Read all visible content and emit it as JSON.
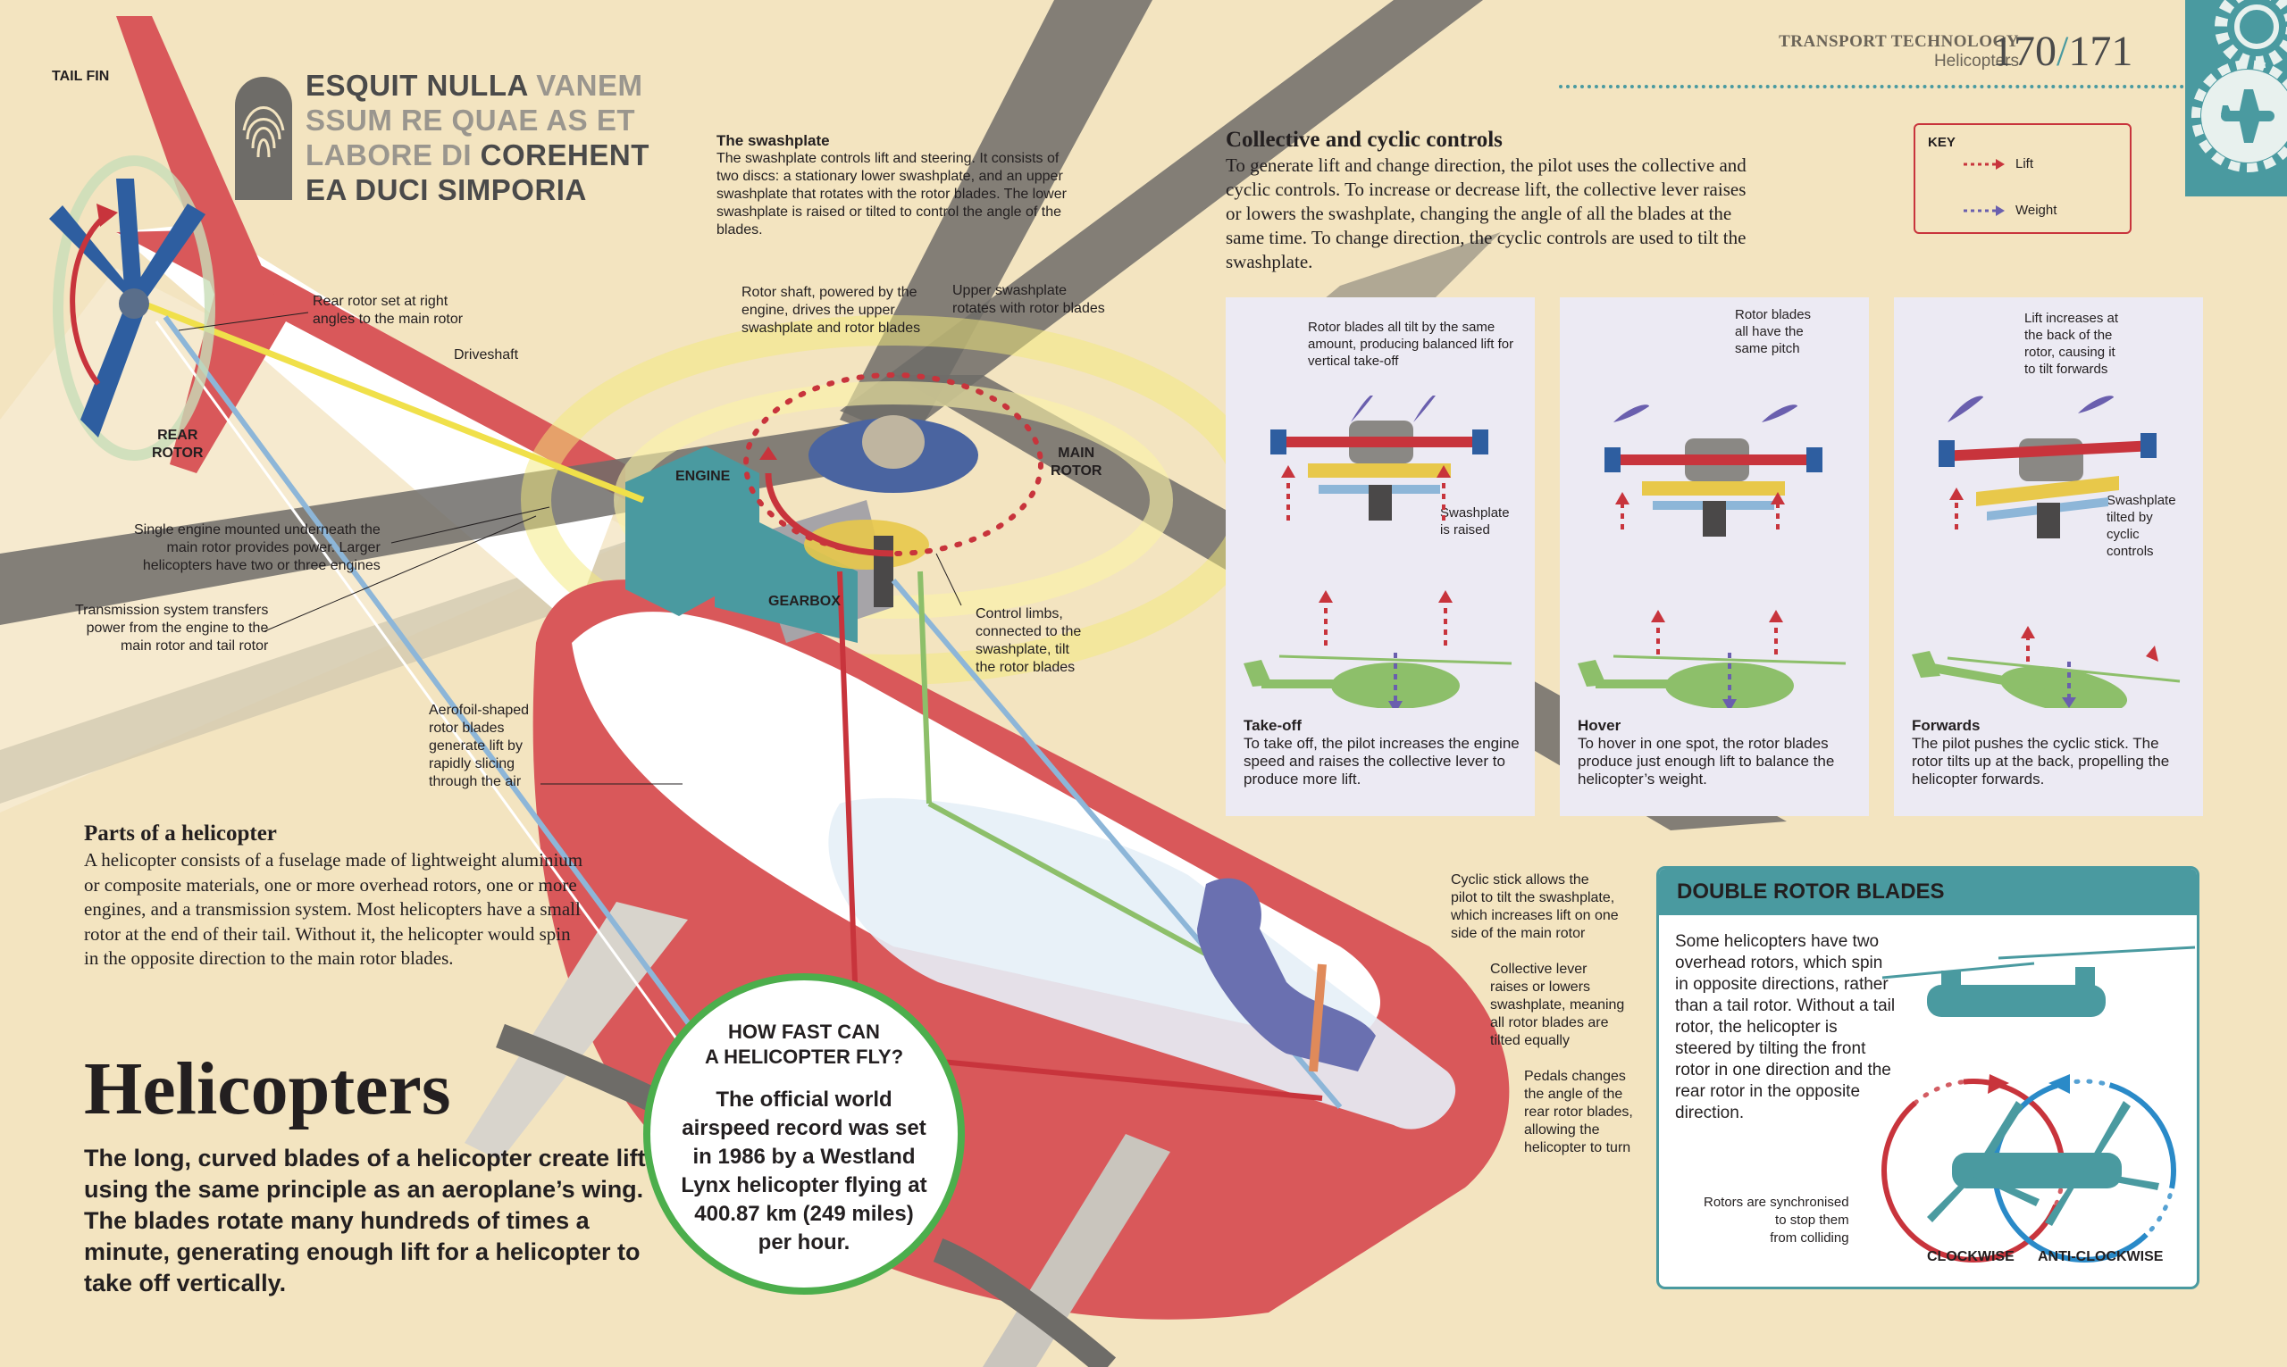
{
  "header": {
    "section": "TRANSPORT TECHNOLOGY",
    "subsection": "Helicopters",
    "page_left": "170",
    "page_sep": "/",
    "page_right": "171"
  },
  "colors": {
    "background": "#f3e4c0",
    "teal": "#4a9aa0",
    "lift_arrow": "#c8343c",
    "weight_arrow": "#6a5fae",
    "fuselage": "#d9585a"
  },
  "feature_heading": {
    "bold_1": "ESQUIT NULLA",
    "light_1": " VANEM",
    "light_2": "SSUM RE QUAE AS ET",
    "light_3": "LABORE DI ",
    "bold_2": "COREHENT",
    "bold_3": "EA DUCI SIMPORIA"
  },
  "labels": {
    "tail_fin": "TAIL FIN",
    "rear_rotor": "REAR\nROTOR",
    "engine": "ENGINE",
    "gearbox": "GEARBOX",
    "main_rotor": "MAIN\nROTOR",
    "rear_rotor_angle": "Rear rotor set at right\nangles to the main rotor",
    "driveshaft": "Driveshaft",
    "single_engine": "Single engine mounted underneath the\nmain rotor provides power. Larger\nhelicopters have two or three engines",
    "transmission": "Transmission system transfers\npower from the engine to the\nmain rotor and tail rotor",
    "aerofoil": "Aerofoil-shaped\nrotor blades\ngenerate lift by\nrapidly slicing\nthrough the air",
    "rotor_shaft": "Rotor shaft, powered by the\nengine, drives the upper\nswashplate and rotor blades",
    "upper_swashplate": "Upper swashplate\nrotates with rotor blades",
    "control_limbs": "Control limbs,\nconnected to the\nswashplate, tilt\nthe rotor blades",
    "cyclic_stick": "Cyclic stick allows the\npilot to tilt the swashplate,\nwhich increases lift on one\nside of the main rotor",
    "collective_lever": "Collective lever\nraises or lowers\nswashplate, meaning\nall rotor blades are\ntilted equally",
    "pedals": "Pedals changes\nthe angle of the\nrear rotor blades,\nallowing the\nhelicopter to turn"
  },
  "swashplate": {
    "title": "The swashplate",
    "body": "The swashplate controls lift and steering. It consists of two discs: a stationary lower swashplate, and an upper swashplate that rotates with the rotor blades. The lower swashplate is raised or tilted to control the angle of the blades."
  },
  "controls": {
    "title": "Collective and cyclic controls",
    "body": "To generate lift and change direction, the pilot uses the collective and cyclic controls. To increase or decrease lift, the collective lever raises or lowers the swashplate, changing the angle of all the blades at the same time. To change direction, the cyclic controls are used to tilt the swashplate."
  },
  "key": {
    "title": "KEY",
    "lift": "Lift",
    "weight": "Weight"
  },
  "panels": [
    {
      "note": "Rotor blades all tilt by the same amount, producing balanced lift for vertical take-off",
      "note2": "Swashplate\nis raised",
      "title": "Take-off",
      "body": "To take off, the pilot increases the engine speed and raises the collective lever to produce more lift."
    },
    {
      "note": "Rotor blades\nall have the\nsame pitch",
      "note2": "",
      "title": "Hover",
      "body": "To hover in one spot, the rotor blades produce just enough lift to balance the helicopter’s weight."
    },
    {
      "note": "Lift increases at\nthe back of the\nrotor, causing it\nto tilt forwards",
      "note2": "Swashplate\ntilted by\ncyclic\ncontrols",
      "title": "Forwards",
      "body": "The pilot pushes the cyclic stick. The rotor tilts up at the back, propelling the helicopter forwards."
    }
  ],
  "parts": {
    "title": "Parts of a helicopter",
    "body": "A helicopter consists of a fuselage made of lightweight aluminium or composite materials, one or more overhead rotors, one or more engines, and a transmission system. Most helicopters have a small rotor at the end of their tail. Without it, the helicopter would spin in the opposite direction to the main rotor blades."
  },
  "intro": {
    "title": "Helicopters",
    "body": "The long, curved blades of a helicopter create lift using the same principle as an aeroplane’s wing. The blades rotate many hundreds of times a minute, generating enough lift for a helicopter to take off vertically."
  },
  "fast": {
    "title": "HOW FAST CAN\nA HELICOPTER FLY?",
    "body": "The official world airspeed record was set in 1986 by a Westland Lynx helicopter flying at 400.87 km (249 miles) per hour."
  },
  "double": {
    "title": "DOUBLE ROTOR BLADES",
    "body": "Some helicopters have two overhead rotors, which spin in opposite directions, rather than a tail rotor. Without a tail rotor, the helicopter is steered by tilting the front rotor in one direction and the rear rotor in the opposite direction.",
    "sync": "Rotors are synchronised\nto stop them\nfrom colliding",
    "clockwise": "CLOCKWISE",
    "anticlockwise": "ANTI-CLOCKWISE"
  }
}
